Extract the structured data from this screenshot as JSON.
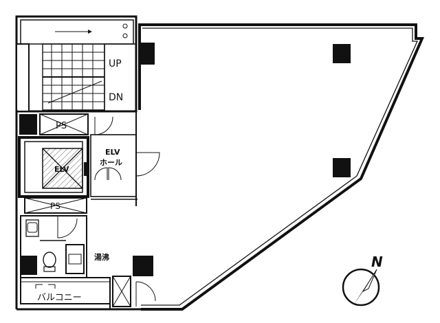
{
  "floor_plan": {
    "labels": {
      "up": "UP",
      "dn": "DN",
      "ps_upper": "PS",
      "ps_lower": "PS",
      "elv": "ELV",
      "elv_hall_line1": "ELV",
      "elv_hall_line2": "ホール",
      "wc": "湯沸",
      "balcony": "バルコニー",
      "north": "N"
    },
    "colors": {
      "ink": "#111111",
      "paper": "#ffffff",
      "hatch": "#555555"
    }
  }
}
